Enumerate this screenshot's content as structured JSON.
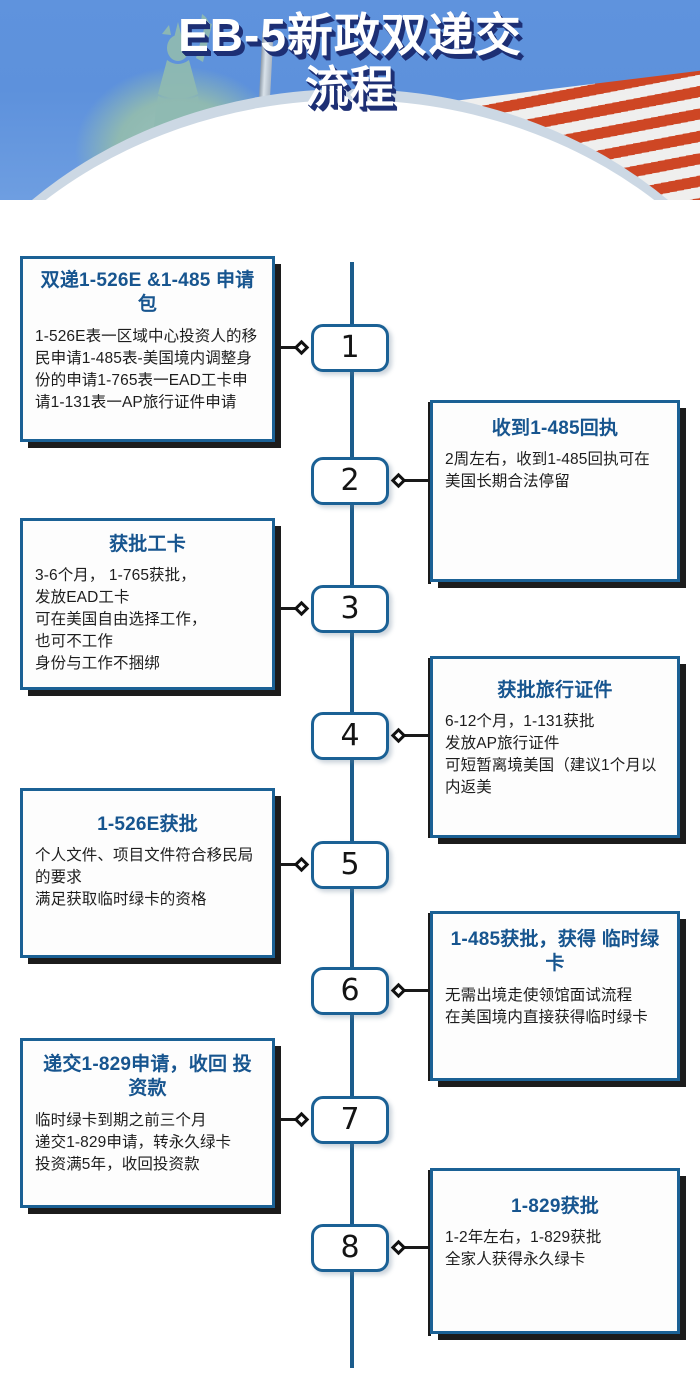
{
  "header": {
    "title_line1": "EB-5新政双递交",
    "title_line2": "流程",
    "colors": {
      "sky": "#5f93dd",
      "title_text": "#ffffff",
      "title_shadow": "#1d2f74",
      "curve_band": "#ccd8e4"
    },
    "imagery": [
      "statue-of-liberty",
      "us-flag",
      "flag-pole"
    ]
  },
  "theme": {
    "box_border": "#1b6195",
    "box_shadow": "#1c1c1c",
    "title_blue": "#17558f",
    "spine": "#1b5c8c",
    "body_text": "#1d1d1d",
    "page_bg": "#ffffff"
  },
  "steps": [
    {
      "number": "1",
      "side": "left",
      "title": "双递1-526E &1-485\n申请包",
      "body": "1-526E表一区域中心投资人的移民申请1-485表-美国境内调整身份的申请1-765表一EAD工卡申请1-131表一AP旅行证件申请"
    },
    {
      "number": "2",
      "side": "right",
      "title": "收到1-485回执",
      "body": "2周左右，收到1-485回执可在美国长期合法停留"
    },
    {
      "number": "3",
      "side": "left",
      "title": "获批工卡",
      "body": "3-6个月， 1-765获批，\n发放EAD工卡\n可在美国自由选择工作，\n也可不工作\n身份与工作不捆绑"
    },
    {
      "number": "4",
      "side": "right",
      "title": "获批旅行证件",
      "body": "6-12个月，1-131获批\n发放AP旅行证件\n可短暂离境美国（建议1个月以内返美"
    },
    {
      "number": "5",
      "side": "left",
      "title": "1-526E获批",
      "body": "个人文件、项目文件符合移民局的要求\n满足获取临时绿卡的资格"
    },
    {
      "number": "6",
      "side": "right",
      "title": "1-485获批，获得\n临时绿卡",
      "body": "无需出境走使领馆面试流程\n在美国境内直接获得临时绿卡"
    },
    {
      "number": "7",
      "side": "left",
      "title": "递交1-829申请，收回\n投资款",
      "body": "临时绿卡到期之前三个月\n递交1-829申请，转永久绿卡\n投资满5年，收回投资款"
    },
    {
      "number": "8",
      "side": "right",
      "title": "1-829获批",
      "body": "1-2年左右，1-829获批\n全家人获得永久绿卡"
    }
  ]
}
